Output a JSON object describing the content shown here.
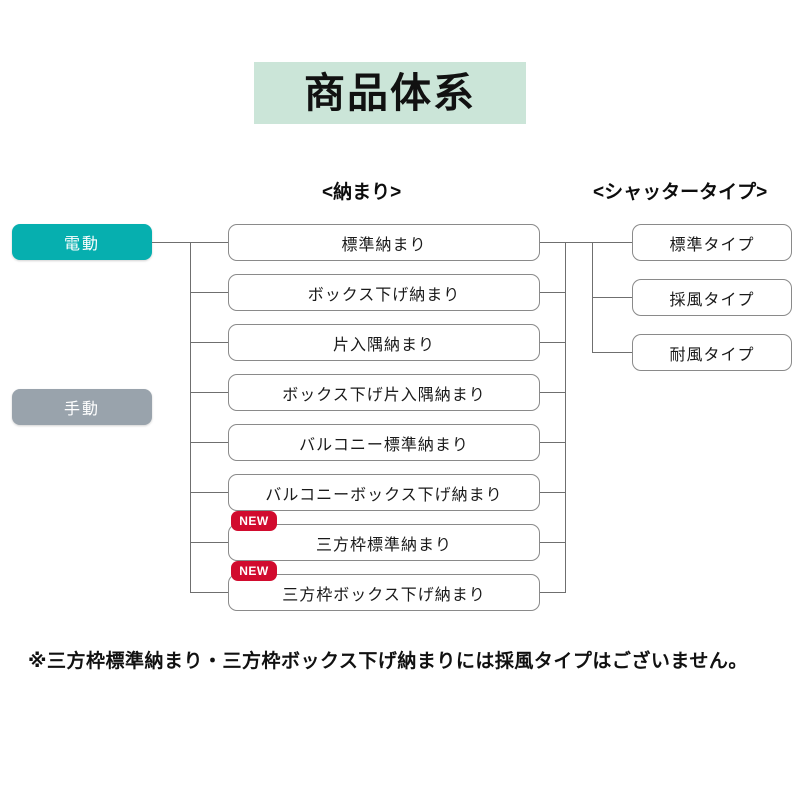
{
  "title": "商品体系",
  "headers": {
    "middle_column": "<納まり>",
    "right_column": "<シャッタータイプ>"
  },
  "drive_types": [
    {
      "label": "電動",
      "color": "#06afaf"
    },
    {
      "label": "手動",
      "color": "#99a3ac"
    }
  ],
  "naumari_items": [
    {
      "label": "標準納まり",
      "badge": ""
    },
    {
      "label": "ボックス下げ納まり",
      "badge": ""
    },
    {
      "label": "片入隅納まり",
      "badge": ""
    },
    {
      "label": "ボックス下げ片入隅納まり",
      "badge": ""
    },
    {
      "label": "バルコニー標準納まり",
      "badge": ""
    },
    {
      "label": "バルコニーボックス下げ納まり",
      "badge": ""
    },
    {
      "label": "三方枠標準納まり",
      "badge": "NEW"
    },
    {
      "label": "三方枠ボックス下げ納まり",
      "badge": "NEW"
    }
  ],
  "shutter_types": [
    {
      "label": "標準タイプ"
    },
    {
      "label": "採風タイプ"
    },
    {
      "label": "耐風タイプ"
    }
  ],
  "footnote": "※三方枠標準納まり・三方枠ボックス下げ納まりには採風タイプはございません。",
  "colors": {
    "title_background": "#cbe5d8",
    "electric": "#06afaf",
    "manual": "#99a3ac",
    "badge_red": "#d10b2e",
    "line": "#6f6f6f",
    "box_border": "#8a8a8a"
  }
}
